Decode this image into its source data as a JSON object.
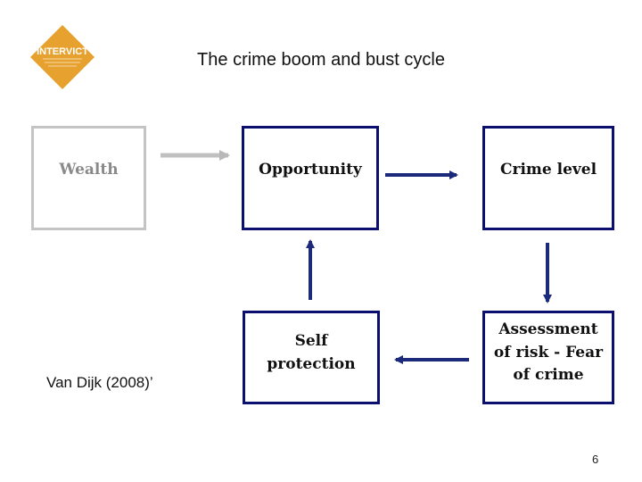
{
  "slide": {
    "title": "The crime boom and bust cycle",
    "credit": "Van Dijk (2008)’",
    "page_number": "6"
  },
  "logo": {
    "name": "INTERVICT",
    "subtext": "International Victimology Institute Tilburg",
    "color": "#e7a12e"
  },
  "diagram": {
    "nodes": {
      "wealth": "Wealth",
      "opportunity": "Opportunity",
      "crime_level": "Crime level",
      "assessment": [
        "Assessment",
        "of risk - Fear",
        "of crime"
      ],
      "self_protection": [
        "Self",
        "protection"
      ]
    },
    "colors": {
      "box_border": "#0a0f70",
      "arrow": "#1b2a7a",
      "faded": "#c4c4c4"
    }
  }
}
